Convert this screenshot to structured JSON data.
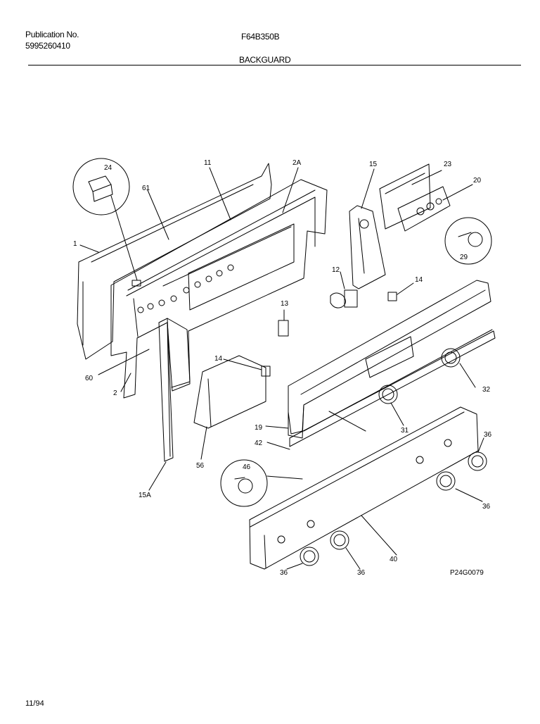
{
  "header": {
    "publication_label": "Publication No.",
    "publication_number": "5995260410",
    "model": "F64B350B",
    "section": "BACKGUARD"
  },
  "diagram": {
    "drawing_number": "P24G0079",
    "callouts": [
      "24",
      "11",
      "2A",
      "15",
      "23",
      "20",
      "61",
      "1",
      "29",
      "12",
      "14",
      "13",
      "60",
      "2",
      "14",
      "32",
      "19",
      "31",
      "42",
      "56",
      "15A",
      "46",
      "36",
      "36",
      "40",
      "36",
      "36"
    ]
  },
  "footer": {
    "date": "11/94"
  },
  "colors": {
    "line": "#000000",
    "background": "#ffffff"
  }
}
